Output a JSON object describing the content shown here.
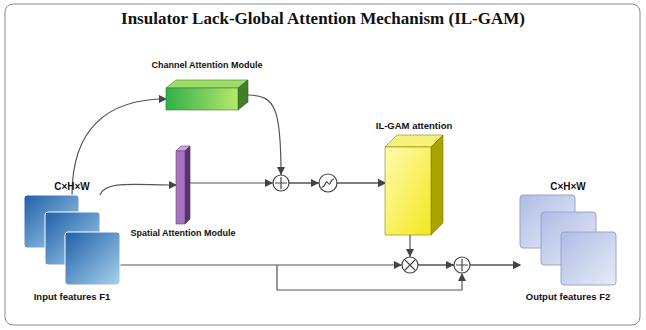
{
  "diagram": {
    "title": "Insulator Lack-Global Attention Mechanism (IL-GAM)",
    "nodes": [
      {
        "text": [
          "C×H×W",
          "Input features F1"
        ]
      },
      {
        "text": [
          "Channel Attention Module"
        ]
      },
      {
        "text": [
          "Spatial Attention Module"
        ]
      },
      {
        "text": [
          "IL-GAM attention"
        ]
      },
      {
        "text": [
          "C×H×W",
          "Output features F2"
        ]
      }
    ],
    "edges": [
      {
        "from": 0,
        "to": 1,
        "arrow": "to"
      },
      {
        "from": 0,
        "to": 2,
        "arrow": "to"
      },
      {
        "from": 1,
        "to": 3,
        "arrow": "to"
      },
      {
        "from": 2,
        "to": 3,
        "arrow": "to"
      },
      {
        "from": 3,
        "to": 4,
        "arrow": "to"
      },
      {
        "from": 0,
        "to": 4,
        "arrow": "to"
      }
    ]
  }
}
